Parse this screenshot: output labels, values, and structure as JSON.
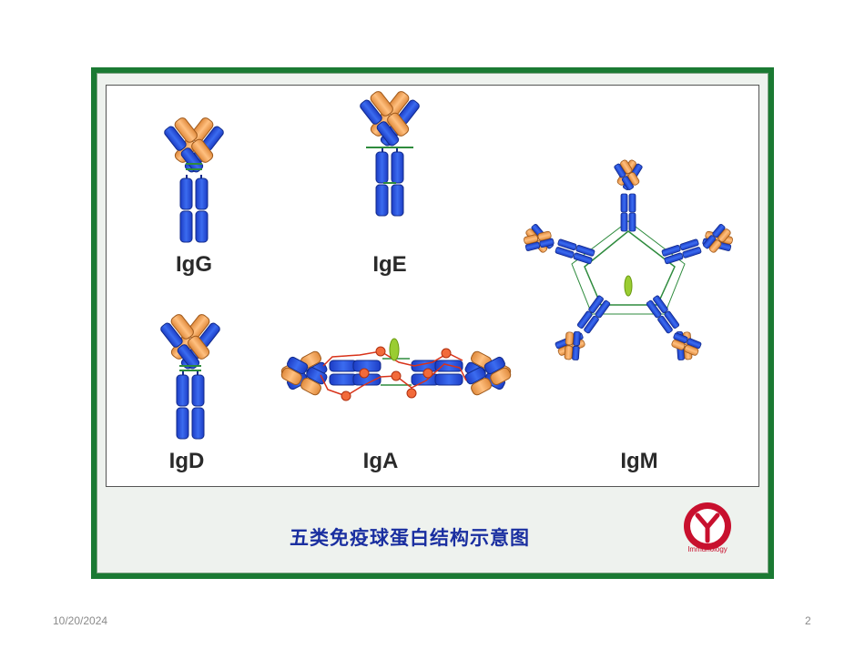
{
  "diagram": {
    "labels": {
      "igg": "IgG",
      "ige": "IgE",
      "igm": "IgM",
      "igd": "IgD",
      "iga": "IgA"
    },
    "caption": "五类免疫球蛋白结构示意图",
    "logo_text": "Immunology",
    "colors": {
      "heavy_chain": "#2a4fd8",
      "light_chain": "#f0a25a",
      "disulfide": "#2e8b3d",
      "j_chain": "#9acd32",
      "secretory_component": "#e24a2a",
      "frame": "#1b7a33",
      "caption": "#1a2fa0"
    }
  },
  "footer": {
    "date": "10/20/2024",
    "page": "2"
  }
}
